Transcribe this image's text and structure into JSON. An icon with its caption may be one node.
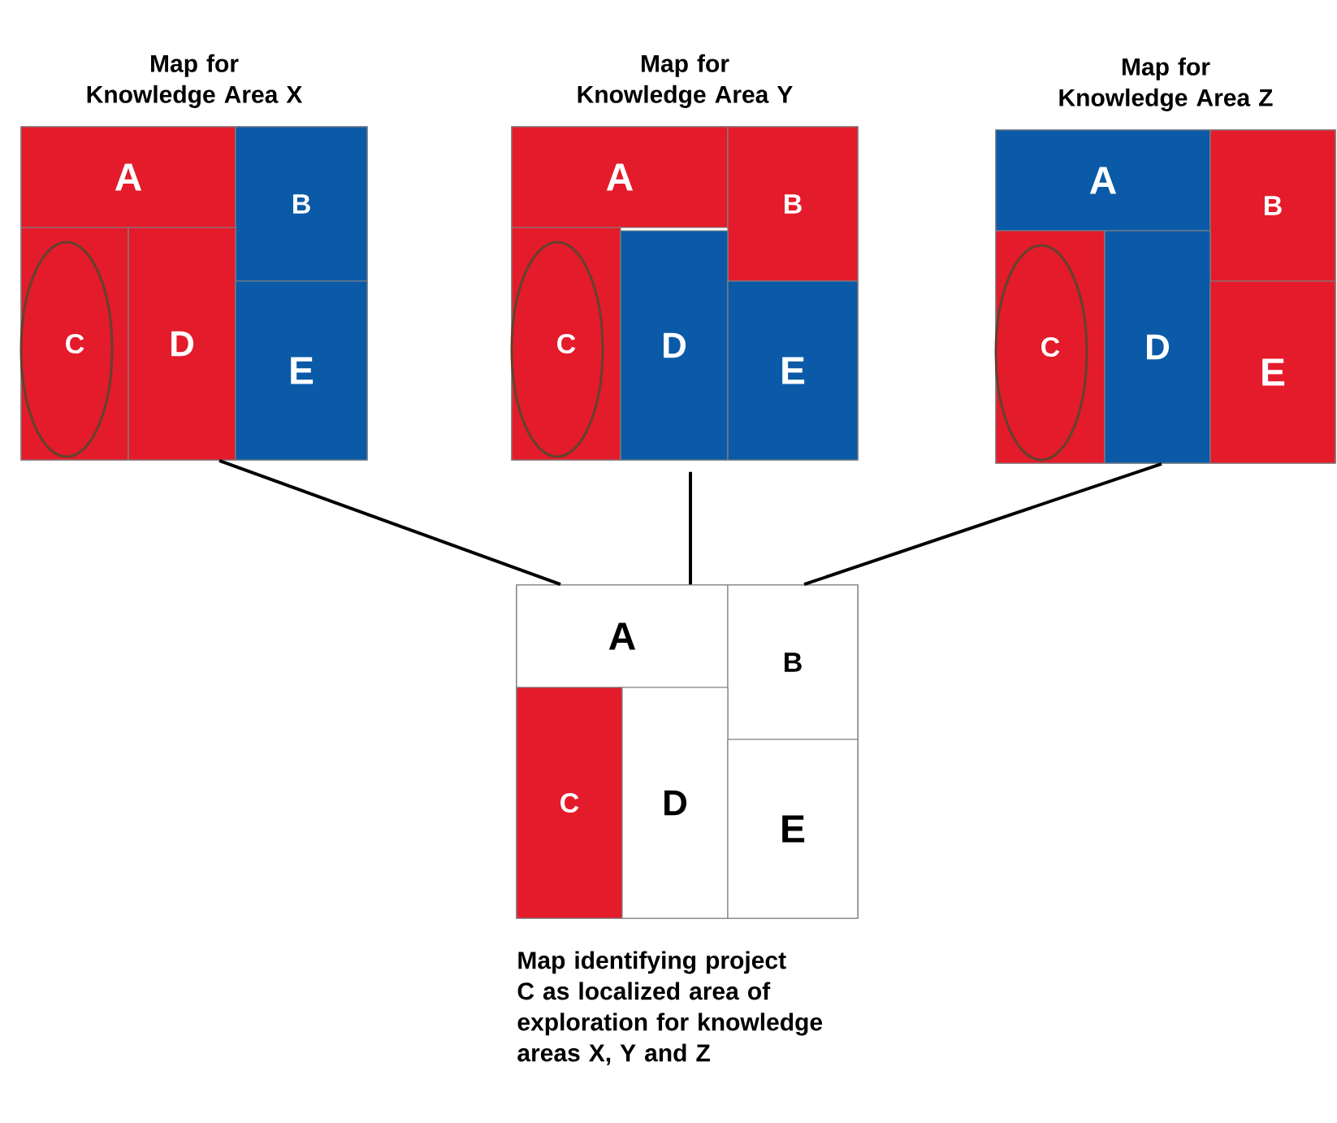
{
  "diagram": {
    "nodes": [
      {
        "text": [
          "Map for Knowledge Area X"
        ]
      },
      {
        "text": [
          "A"
        ],
        "in": 0
      },
      {
        "text": [
          "B"
        ],
        "in": 0
      },
      {
        "text": [
          "C"
        ],
        "in": 0
      },
      {
        "text": [
          "D"
        ],
        "in": 0
      },
      {
        "text": [
          "E"
        ],
        "in": 0
      },
      {
        "text": [
          "Map for Knowledge Area Y"
        ]
      },
      {
        "text": [
          "A"
        ],
        "in": 6
      },
      {
        "text": [
          "B"
        ],
        "in": 6
      },
      {
        "text": [
          "C"
        ],
        "in": 6
      },
      {
        "text": [
          "D"
        ],
        "in": 6
      },
      {
        "text": [
          "E"
        ],
        "in": 6
      },
      {
        "text": [
          "Map for Knowledge Area Z"
        ]
      },
      {
        "text": [
          "A"
        ],
        "in": 12
      },
      {
        "text": [
          "B"
        ],
        "in": 12
      },
      {
        "text": [
          "C"
        ],
        "in": 12
      },
      {
        "text": [
          "D"
        ],
        "in": 12
      },
      {
        "text": [
          "E"
        ],
        "in": 12
      },
      {
        "text": [],
        "shape": "box",
        "beside": [
          "Map identifying project C as localized area of exploration for knowledge areas X, Y and Z"
        ]
      },
      {
        "text": [
          "A"
        ],
        "in": 18
      },
      {
        "text": [
          "B"
        ],
        "in": 18
      },
      {
        "text": [
          "C"
        ],
        "in": 18
      },
      {
        "text": [
          "D"
        ],
        "in": 18
      },
      {
        "text": [
          "E"
        ],
        "in": 18
      }
    ],
    "edges": [
      {
        "from": 0,
        "to": 18,
        "arrow": "none"
      },
      {
        "from": 6,
        "to": 18,
        "arrow": "none"
      },
      {
        "from": 12,
        "to": 18,
        "arrow": "none"
      }
    ]
  }
}
